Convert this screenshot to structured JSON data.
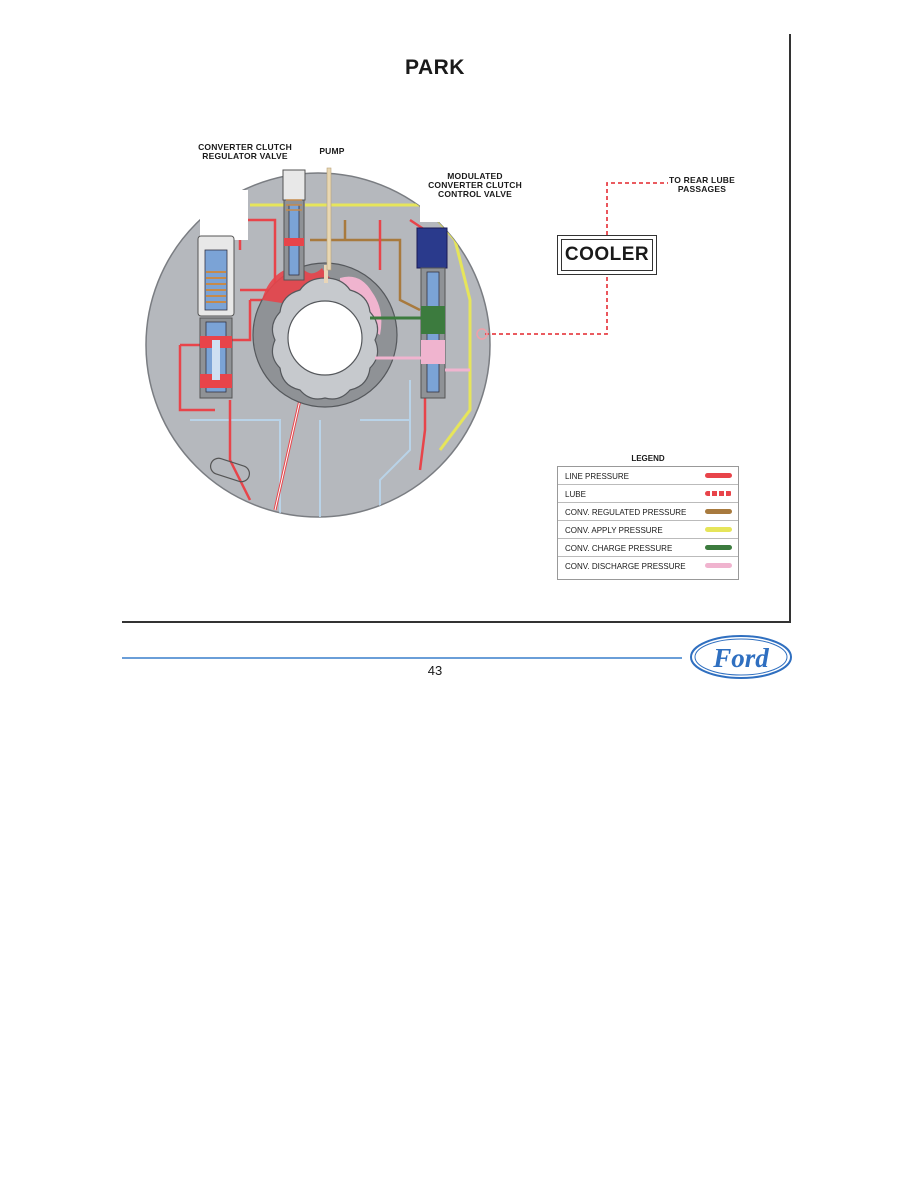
{
  "page": {
    "title": "PARK",
    "page_number": "43"
  },
  "labels": {
    "converter_clutch_regulator_valve": [
      "CONVERTER CLUTCH",
      "REGULATOR VALVE"
    ],
    "pump": "PUMP",
    "modulated_converter_clutch_control_valve": [
      "MODULATED",
      "CONVERTER CLUTCH",
      "CONTROL VALVE"
    ],
    "to_rear_lube_passages": [
      "TO REAR LUBE",
      "PASSAGES"
    ],
    "cooler": "COOLER"
  },
  "legend": {
    "title": "LEGEND",
    "items": [
      {
        "label": "LINE PRESSURE",
        "color": "#e8444a",
        "style": "solid"
      },
      {
        "label": "LUBE",
        "color": "#e8444a",
        "style": "dashed"
      },
      {
        "label": "CONV. REGULATED PRESSURE",
        "color": "#a87a3e",
        "style": "solid"
      },
      {
        "label": "CONV. APPLY PRESSURE",
        "color": "#e6e55a",
        "style": "solid"
      },
      {
        "label": "CONV. CHARGE PRESSURE",
        "color": "#3c7b3e",
        "style": "solid"
      },
      {
        "label": "CONV. DISCHARGE PRESSURE",
        "color": "#f0b4cf",
        "style": "solid"
      }
    ]
  },
  "logo": {
    "text": "Ford",
    "color": "#2f6fc0"
  },
  "colors": {
    "pump_body": "#b5b8bd",
    "inner_ring": "#8f9296",
    "frame": "#333333",
    "footer_rule": "#6a9ed8"
  }
}
